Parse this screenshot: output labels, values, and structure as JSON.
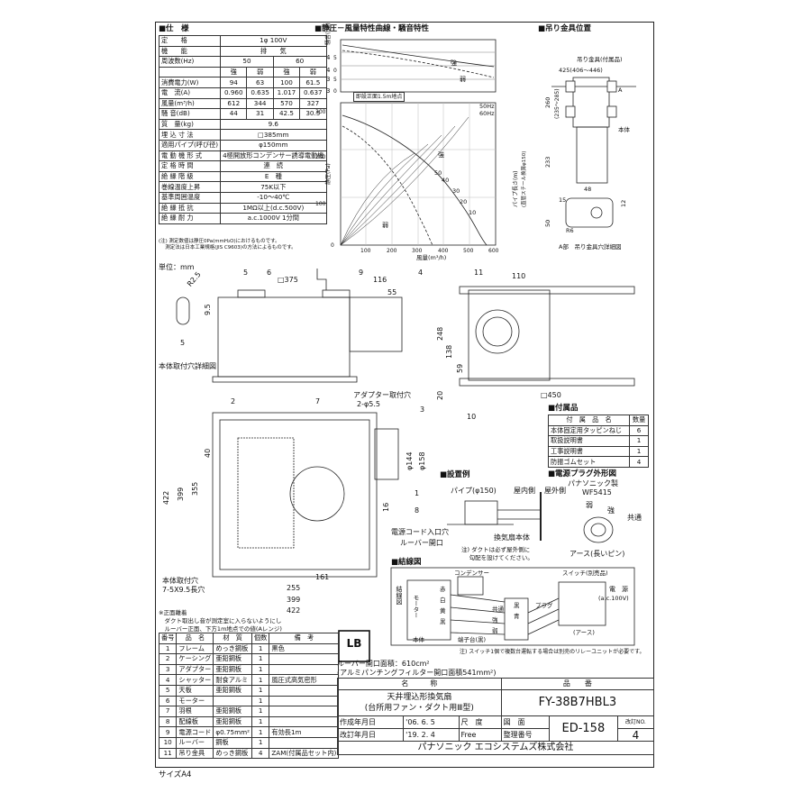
{
  "spec": {
    "title": "■仕　様",
    "rows": [
      [
        "定　　格",
        "1φ 100V"
      ],
      [
        "機　　能",
        "排　　気"
      ],
      [
        "周波数(Hz)",
        "50",
        "60"
      ],
      [
        "",
        "強",
        "弱",
        "強",
        "弱"
      ],
      [
        "消費電力(W)",
        "94",
        "63",
        "100",
        "61.5"
      ],
      [
        "電　流(A)",
        "0.960",
        "0.635",
        "1.017",
        "0.637"
      ],
      [
        "風量(m³/h)",
        "612",
        "344",
        "570",
        "327"
      ],
      [
        "騒 音(dB)",
        "44",
        "31",
        "42.5",
        "30.5"
      ],
      [
        "質　量(kg)",
        "9.6"
      ],
      [
        "埋 込 寸 法",
        "□385mm"
      ],
      [
        "適用パイプ(呼び径)",
        "φ150mm"
      ],
      [
        "電 動 機 形 式",
        "4極開放形コンデンサー誘導電動機"
      ],
      [
        "定 格 時 間",
        "連　続"
      ],
      [
        "絶 縁 階 級",
        "E　種"
      ],
      [
        "巻線温度上昇",
        "75K以下"
      ],
      [
        "基準周囲温度",
        "-10〜40℃"
      ],
      [
        "絶 縁 抵 抗",
        "1MΩ以上(d.c.500V)"
      ],
      [
        "絶 縁 耐 力",
        "a.c.1000V 1分間"
      ]
    ],
    "note1": "(注) 測定数値は静圧0Pa(mmH₂O)におけるものです。",
    "note2": "　 測定法は日本工業規格(JIS C9603)の方法によるものです。"
  },
  "curve": {
    "title": "■静圧－風量特性曲線・騒音特性",
    "noise_label": "騒音(dB)",
    "pressure_label": "静圧(Pa)",
    "airflow_label": "風量(m³/h)",
    "pipe_label": "パイプ長さ(m)",
    "pipe_label2": "(直管スチール換算φ150)",
    "indoor_label": "即設正面1.5m地点",
    "hz50": "50Hz",
    "hz60": "60Hz",
    "strong": "強",
    "weak": "弱",
    "noise_ticks": [
      "4",
      "4",
      "3",
      "3"
    ],
    "noise_vals": [
      "5",
      "0",
      "5",
      "0"
    ],
    "p_ticks": [
      "300",
      "200",
      "100",
      "0"
    ],
    "x_ticks": [
      "100",
      "200",
      "300",
      "400",
      "500",
      "600"
    ],
    "pipe_ticks": [
      "50",
      "40",
      "30",
      "20",
      "10"
    ]
  },
  "hang": {
    "title": "■吊り金具位置",
    "fitting": "吊り金具(付属品)",
    "d425": "425(406〜446)",
    "d260": "260",
    "d235": "(235〜285)",
    "d233": "233",
    "body": "本体",
    "a": "A",
    "d48": "48",
    "d15": "15",
    "d12": "12",
    "d50": "50",
    "r6": "R6",
    "caption": "A部　吊り金具穴詳細図"
  },
  "dims": {
    "unit": "単位：mm",
    "d375": "□375",
    "d116": "116",
    "d55": "55",
    "d110": "110",
    "d248": "248",
    "d138": "138",
    "d59": "59",
    "d20": "20",
    "d450": "□450",
    "d422": "422",
    "d399": "399",
    "d355": "355",
    "d40": "40",
    "d144": "φ144",
    "d158": "φ158",
    "d16": "16",
    "d161": "161",
    "d255": "255",
    "d399b": "399",
    "d422b": "422",
    "r25": "R2.5",
    "d95": "9.5",
    "d5": "5",
    "hole_detail": "本体取付穴詳細図",
    "adapter_hole": "アダプター取付穴",
    "adapter_hole2": "2-φ5.5",
    "body_hole": "本体取付穴",
    "body_hole2": "7-5X9.5長穴",
    "callouts": [
      "1",
      "2",
      "3",
      "4",
      "5",
      "6",
      "7",
      "8",
      "9",
      "10",
      "11"
    ],
    "note1": "※正面離着",
    "note2": "　ダクト取出し音が測定室に入らないようにし",
    "note3": "　ルーバー正面、下方1m地点での値(Aレンジ)"
  },
  "acc": {
    "title": "■付属品",
    "head": [
      "付　属　品　名",
      "数量"
    ],
    "rows": [
      [
        "本体固定用タッピンねじ",
        "6"
      ],
      [
        "取扱説明書",
        "1"
      ],
      [
        "工事説明書",
        "1"
      ],
      [
        "防振ゴムセット",
        "4"
      ]
    ]
  },
  "plug": {
    "title": "■電源プラグ外形図",
    "maker": "パナソニック製",
    "model": "WF5415",
    "weak": "弱",
    "strong": "強",
    "common": "共通",
    "earth": "アース(長いピン)"
  },
  "install": {
    "title": "■設置例",
    "pipe": "パイプ(φ150)",
    "indoor": "屋内側",
    "outdoor": "屋外側",
    "body": "換気扇本体",
    "cord": "電源コード入口穴",
    "louver": "ルーバー開口",
    "note1": "注) ダクトは必ず屋外側に",
    "note2": "　 勾配を設けてください。"
  },
  "wiring": {
    "title": "■結線図",
    "condenser": "コンデンサー",
    "labels": [
      "赤",
      "白",
      "黄",
      "黒",
      "黒",
      "青"
    ],
    "motor": "モーター",
    "body": "本体",
    "terminal": "端子台(黒)",
    "common": "共通",
    "strong": "強",
    "weak": "弱",
    "plug": "プラグ",
    "switch": "スイッチ(別売品)",
    "power": "電　源",
    "power_v": "(a.c.100V)",
    "earth": "(アース)",
    "wiring_label": "結線図",
    "note": "注) スイッチ1個で複数台運転する場合は別売のリレーユニットが必要です。"
  },
  "louver": {
    "l1": "ルーバー開口面積：610cm²",
    "l2": "(アルミパンチングフィルター開口面積541mm²)"
  },
  "parts": {
    "head": [
      "番号",
      "品　名",
      "材　質",
      "個数",
      "備　考"
    ],
    "rows": [
      [
        "1",
        "フレーム",
        "めっき鋼板",
        "1",
        "黒色"
      ],
      [
        "2",
        "ケーシング",
        "亜鉛鋼板",
        "1",
        ""
      ],
      [
        "3",
        "アダプター",
        "亜鉛鋼板",
        "1",
        ""
      ],
      [
        "4",
        "シャッター",
        "耐食アルミ",
        "1",
        "風圧式高気密形"
      ],
      [
        "5",
        "天板",
        "亜鉛鋼板",
        "1",
        ""
      ],
      [
        "6",
        "モーター",
        "",
        "1",
        ""
      ],
      [
        "7",
        "羽根",
        "亜鉛鋼板",
        "1",
        ""
      ],
      [
        "8",
        "配線板",
        "亜鉛鋼板",
        "1",
        ""
      ],
      [
        "9",
        "電源コード",
        "φ0.75mm²",
        "1",
        "有効長1m"
      ],
      [
        "10",
        "ルーバー",
        "鋼板",
        "1",
        ""
      ],
      [
        "11",
        "吊り金具",
        "めっき鋼板",
        "4",
        "ZAM(付属品セット内)"
      ]
    ]
  },
  "titleblock": {
    "name_h": "名　　　称",
    "num_h": "品　　番",
    "name1": "天井埋込形換気扇",
    "name2": "(台所用ファン・ダクト用Ⅲ型)",
    "model": "FY-38B7HBL3",
    "made_h": "作成年月日",
    "made": "'06. 6. 5",
    "rev_h": "改訂年月日",
    "rev": "'19. 2. 4",
    "scale_h": "尺　度",
    "scale": "Free",
    "fig_h": "図　面",
    "reg_h": "整理番号",
    "drawing": "ED-158",
    "revno_h": "改訂NO.",
    "revno": "4",
    "company": "パナソニック エコシステムズ株式会社",
    "logo": "LB"
  },
  "size": "サイズA4"
}
